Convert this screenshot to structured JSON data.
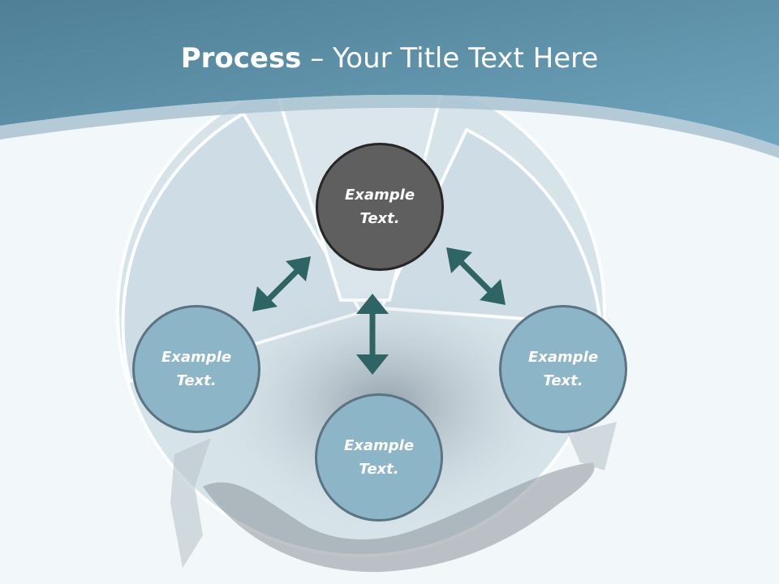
{
  "title": {
    "bold": "Process",
    "rest": " – Your Title Text Here"
  },
  "colors": {
    "header": "#5f96ae",
    "top_node_fill": "#5f5f5f",
    "top_node_border": "#262626",
    "node_fill": "#8db5c8",
    "node_border": "#5b7482",
    "arrow": "#2f6464"
  },
  "nodes": [
    {
      "id": "top",
      "text": "Example\nText."
    },
    {
      "id": "left",
      "text": "Example\nText."
    },
    {
      "id": "bottom",
      "text": "Example\nText."
    },
    {
      "id": "right",
      "text": "Example\nText."
    }
  ],
  "arrows": [
    {
      "from": "top",
      "to": "left",
      "direction": "both"
    },
    {
      "from": "top",
      "to": "bottom",
      "direction": "both"
    },
    {
      "from": "top",
      "to": "right",
      "direction": "both"
    }
  ]
}
